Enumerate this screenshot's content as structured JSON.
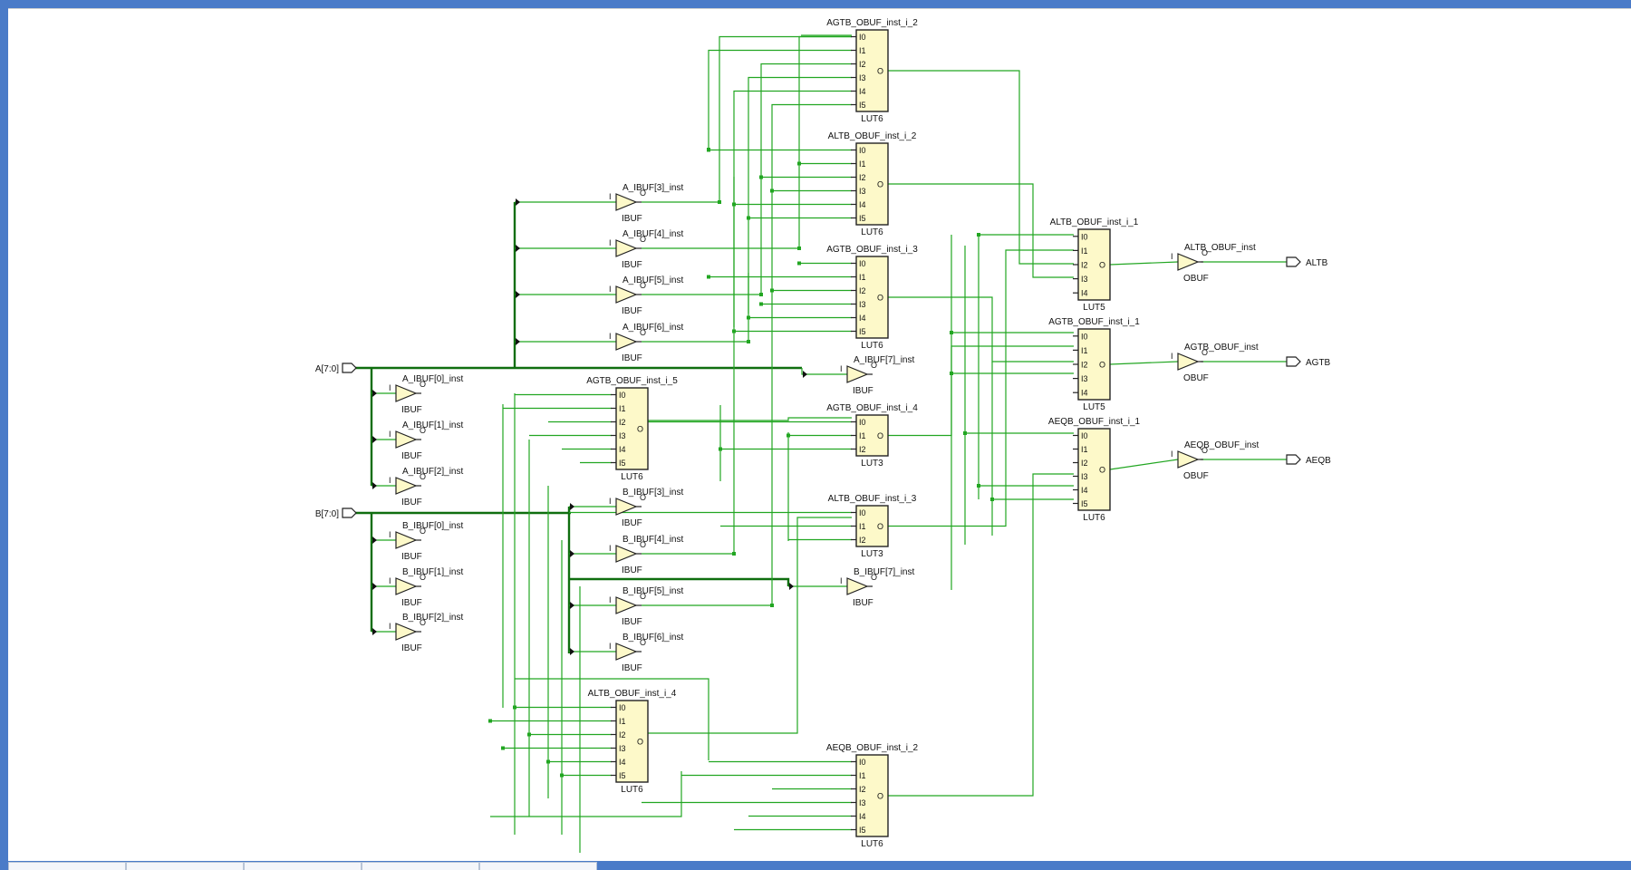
{
  "ports_in": [
    {
      "id": "A",
      "label": "A[7:0]"
    },
    {
      "id": "B",
      "label": "B[7:0]"
    }
  ],
  "ports_out": [
    {
      "id": "ALTB",
      "label": "ALTB"
    },
    {
      "id": "AGTB",
      "label": "AGTB"
    },
    {
      "id": "AEQB",
      "label": "AEQB"
    }
  ],
  "cells": [
    {
      "id": "agtb_i2",
      "name": "AGTB_OBUF_inst_i_2",
      "type": "LUT6",
      "pins": [
        "I0",
        "I1",
        "I2",
        "I3",
        "I4",
        "I5"
      ],
      "out": "O"
    },
    {
      "id": "altb_i2",
      "name": "ALTB_OBUF_inst_i_2",
      "type": "LUT6",
      "pins": [
        "I0",
        "I1",
        "I2",
        "I3",
        "I4",
        "I5"
      ],
      "out": "O"
    },
    {
      "id": "agtb_i3",
      "name": "AGTB_OBUF_inst_i_3",
      "type": "LUT6",
      "pins": [
        "I0",
        "I1",
        "I2",
        "I3",
        "I4",
        "I5"
      ],
      "out": "O"
    },
    {
      "id": "agtb_i5",
      "name": "AGTB_OBUF_inst_i_5",
      "type": "LUT6",
      "pins": [
        "I0",
        "I1",
        "I2",
        "I3",
        "I4",
        "I5"
      ],
      "out": "O"
    },
    {
      "id": "agtb_i4",
      "name": "AGTB_OBUF_inst_i_4",
      "type": "LUT3",
      "pins": [
        "I0",
        "I1",
        "I2"
      ],
      "out": "O"
    },
    {
      "id": "altb_i3",
      "name": "ALTB_OBUF_inst_i_3",
      "type": "LUT3",
      "pins": [
        "I0",
        "I1",
        "I2"
      ],
      "out": "O"
    },
    {
      "id": "altb_i1",
      "name": "ALTB_OBUF_inst_i_1",
      "type": "LUT5",
      "pins": [
        "I0",
        "I1",
        "I2",
        "I3",
        "I4"
      ],
      "out": "O"
    },
    {
      "id": "agtb_i1",
      "name": "AGTB_OBUF_inst_i_1",
      "type": "LUT5",
      "pins": [
        "I0",
        "I1",
        "I2",
        "I3",
        "I4"
      ],
      "out": "O"
    },
    {
      "id": "aeqb_i1",
      "name": "AEQB_OBUF_inst_i_1",
      "type": "LUT6",
      "pins": [
        "I0",
        "I1",
        "I2",
        "I3",
        "I4",
        "I5"
      ],
      "out": "O"
    },
    {
      "id": "altb_i4",
      "name": "ALTB_OBUF_inst_i_4",
      "type": "LUT6",
      "pins": [
        "I0",
        "I1",
        "I2",
        "I3",
        "I4",
        "I5"
      ],
      "out": "O"
    },
    {
      "id": "aeqb_i2",
      "name": "AEQB_OBUF_inst_i_2",
      "type": "LUT6",
      "pins": [
        "I0",
        "I1",
        "I2",
        "I3",
        "I4",
        "I5"
      ],
      "out": "O"
    }
  ],
  "buffers": [
    {
      "id": "a3",
      "name": "A_IBUF[3]_inst",
      "type": "IBUF",
      "in": "I",
      "out": "O"
    },
    {
      "id": "a4",
      "name": "A_IBUF[4]_inst",
      "type": "IBUF",
      "in": "I",
      "out": "O"
    },
    {
      "id": "a5",
      "name": "A_IBUF[5]_inst",
      "type": "IBUF",
      "in": "I",
      "out": "O"
    },
    {
      "id": "a6",
      "name": "A_IBUF[6]_inst",
      "type": "IBUF",
      "in": "I",
      "out": "O"
    },
    {
      "id": "a7",
      "name": "A_IBUF[7]_inst",
      "type": "IBUF",
      "in": "I",
      "out": "O"
    },
    {
      "id": "a0",
      "name": "A_IBUF[0]_inst",
      "type": "IBUF",
      "in": "I",
      "out": "O"
    },
    {
      "id": "a1",
      "name": "A_IBUF[1]_inst",
      "type": "IBUF",
      "in": "I",
      "out": "O"
    },
    {
      "id": "a2",
      "name": "A_IBUF[2]_inst",
      "type": "IBUF",
      "in": "I",
      "out": "O"
    },
    {
      "id": "b3",
      "name": "B_IBUF[3]_inst",
      "type": "IBUF",
      "in": "I",
      "out": "O"
    },
    {
      "id": "b4",
      "name": "B_IBUF[4]_inst",
      "type": "IBUF",
      "in": "I",
      "out": "O"
    },
    {
      "id": "b5",
      "name": "B_IBUF[5]_inst",
      "type": "IBUF",
      "in": "I",
      "out": "O"
    },
    {
      "id": "b6",
      "name": "B_IBUF[6]_inst",
      "type": "IBUF",
      "in": "I",
      "out": "O"
    },
    {
      "id": "b7",
      "name": "B_IBUF[7]_inst",
      "type": "IBUF",
      "in": "I",
      "out": "O"
    },
    {
      "id": "b0",
      "name": "B_IBUF[0]_inst",
      "type": "IBUF",
      "in": "I",
      "out": "O"
    },
    {
      "id": "b1",
      "name": "B_IBUF[1]_inst",
      "type": "IBUF",
      "in": "I",
      "out": "O"
    },
    {
      "id": "b2",
      "name": "B_IBUF[2]_inst",
      "type": "IBUF",
      "in": "I",
      "out": "O"
    },
    {
      "id": "obuf_altb",
      "name": "ALTB_OBUF_inst",
      "type": "OBUF",
      "in": "I",
      "out": "O"
    },
    {
      "id": "obuf_agtb",
      "name": "AGTB_OBUF_inst",
      "type": "OBUF",
      "in": "I",
      "out": "O"
    },
    {
      "id": "obuf_aeqb",
      "name": "AEQB_OBUF_inst",
      "type": "OBUF",
      "in": "I",
      "out": "O"
    }
  ],
  "colors": {
    "wire": "#22a622",
    "bus": "#0f6e0f",
    "cell_fill": "#fdf9c9",
    "frame": "#4a7bc8"
  }
}
